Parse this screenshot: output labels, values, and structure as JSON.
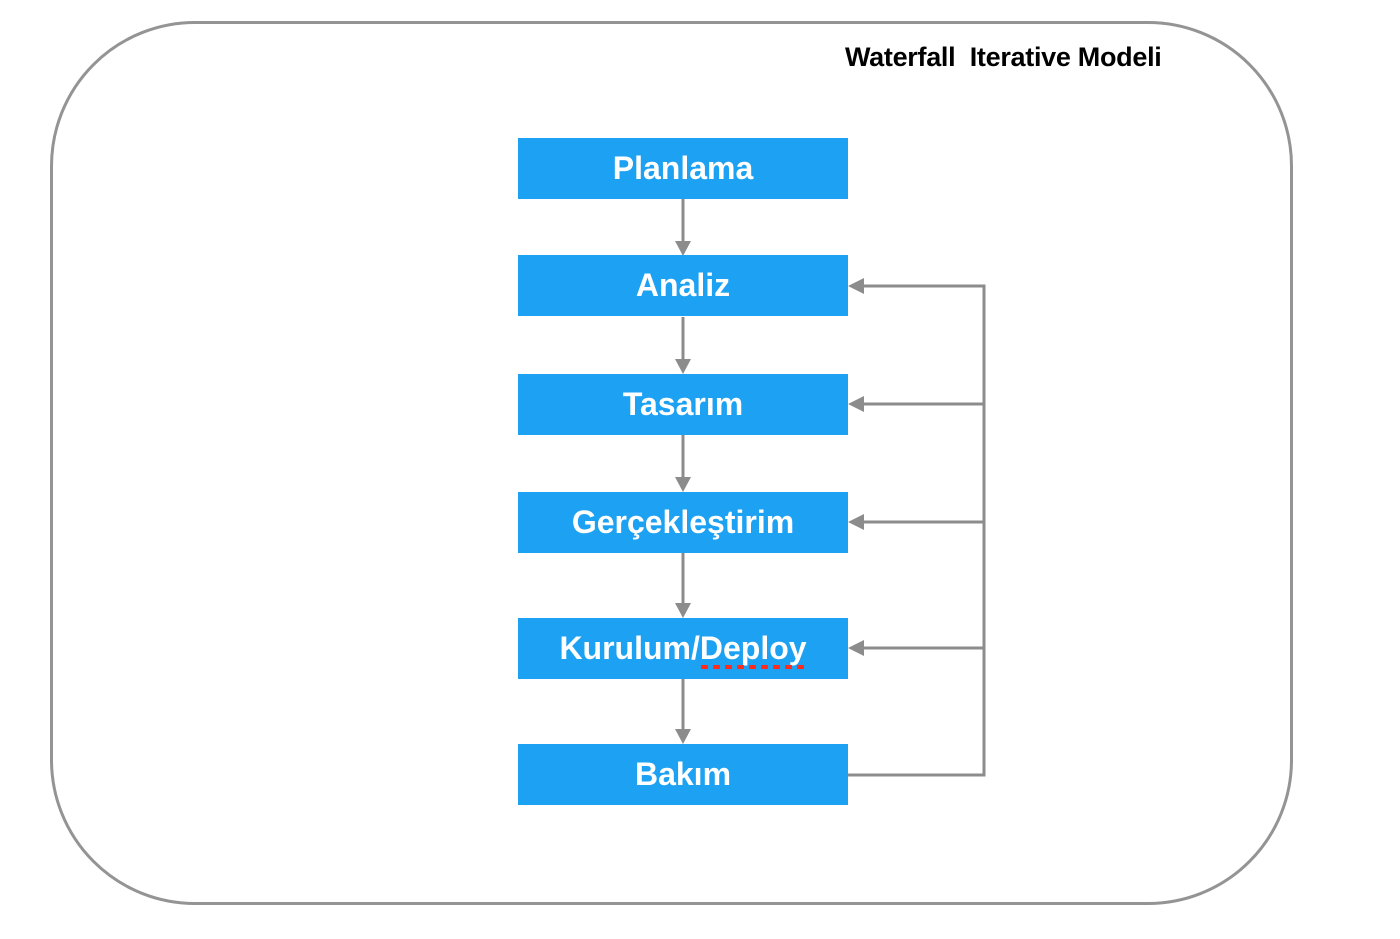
{
  "title": "Waterfall  Iterative Modeli",
  "colors": {
    "box_fill": "#1DA1F2",
    "box_text": "#FFFFFF",
    "connector": "#8C8C8C",
    "frame_border": "#949494",
    "title_text": "#000000",
    "spellcheck_underline": "#FF2B1D",
    "background": "#FFFFFF"
  },
  "stages": [
    {
      "label": "Planlama"
    },
    {
      "label": "Analiz"
    },
    {
      "label": "Tasarım"
    },
    {
      "label": "Gerçekleştirim"
    },
    {
      "label": "Kurulum/Deploy",
      "label_part1": "Kurulum/",
      "label_part2": "Deploy",
      "part2_has_spellcheck_underline": true
    },
    {
      "label": "Bakım"
    }
  ],
  "diagram": {
    "type": "flowchart",
    "flow_edges": [
      "Planlama → Analiz",
      "Analiz → Tasarım",
      "Tasarım → Gerçekleştirim",
      "Gerçekleştirim → Kurulum/Deploy",
      "Kurulum/Deploy → Bakım"
    ],
    "feedback_edges": [
      "Bakım → Analiz",
      "Bakım → Tasarım",
      "Bakım → Gerçekleştirim",
      "Bakım → Kurulum/Deploy"
    ]
  }
}
